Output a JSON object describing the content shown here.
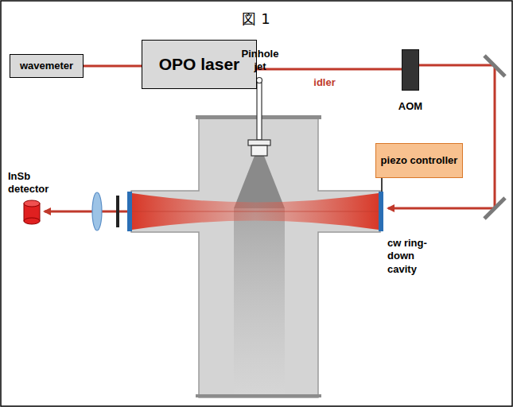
{
  "diagram": {
    "title": "図 1",
    "nodes": [
      {
        "text": [
          "wavemeter"
        ]
      },
      {
        "text": [
          "OPO laser"
        ]
      },
      {
        "text": [
          "AOM"
        ]
      },
      {
        "text": [
          "piezo controller"
        ]
      }
    ],
    "edges": [
      {
        "from": 0,
        "to": 1,
        "arrow": "none"
      },
      {
        "from": 1,
        "to": 2,
        "label": "idler",
        "arrow": "none"
      }
    ],
    "labels": [
      "Pinhole jet",
      "InSb detector",
      "cw ring-down cavity"
    ]
  }
}
